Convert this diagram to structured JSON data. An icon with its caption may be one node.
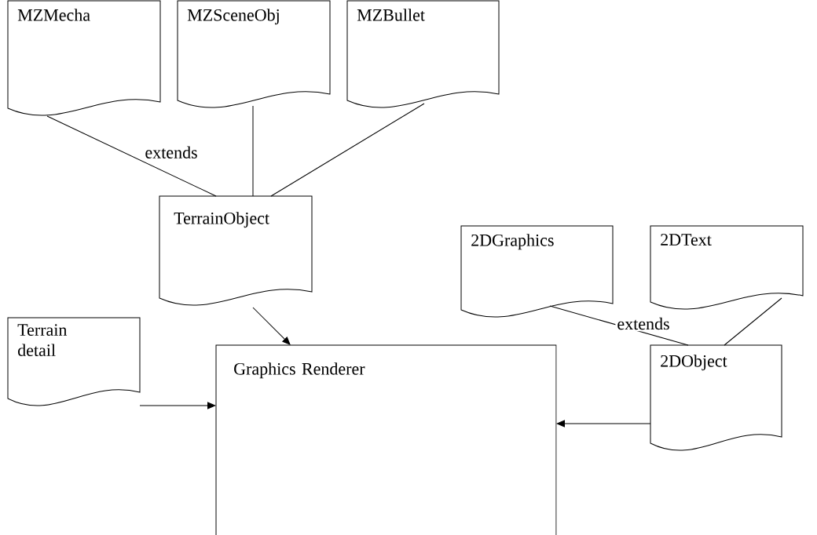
{
  "diagram": {
    "nodes": [
      {
        "text": [
          "MZMecha"
        ]
      },
      {
        "text": [
          "MZSceneObj"
        ]
      },
      {
        "text": [
          "MZBullet"
        ]
      },
      {
        "text": [
          "TerrainObject"
        ]
      },
      {
        "text": [
          "2DGraphics"
        ]
      },
      {
        "text": [
          "2DText"
        ]
      },
      {
        "text": [
          "Terrain detail"
        ]
      },
      {
        "text": [
          "Graphics Renderer"
        ]
      },
      {
        "text": [
          "2DObject"
        ]
      }
    ],
    "edges": [
      {
        "from": 0,
        "to": 3,
        "arrow": "none",
        "label": "extends"
      },
      {
        "from": 1,
        "to": 3,
        "arrow": "none"
      },
      {
        "from": 2,
        "to": 3,
        "arrow": "none"
      },
      {
        "from": 3,
        "to": 7,
        "arrow": "to"
      },
      {
        "from": 6,
        "to": 7,
        "arrow": "to"
      },
      {
        "from": 8,
        "to": 7,
        "arrow": "to"
      },
      {
        "from": 4,
        "to": 8,
        "arrow": "none",
        "label": "extends"
      },
      {
        "from": 5,
        "to": 8,
        "arrow": "none"
      }
    ]
  }
}
